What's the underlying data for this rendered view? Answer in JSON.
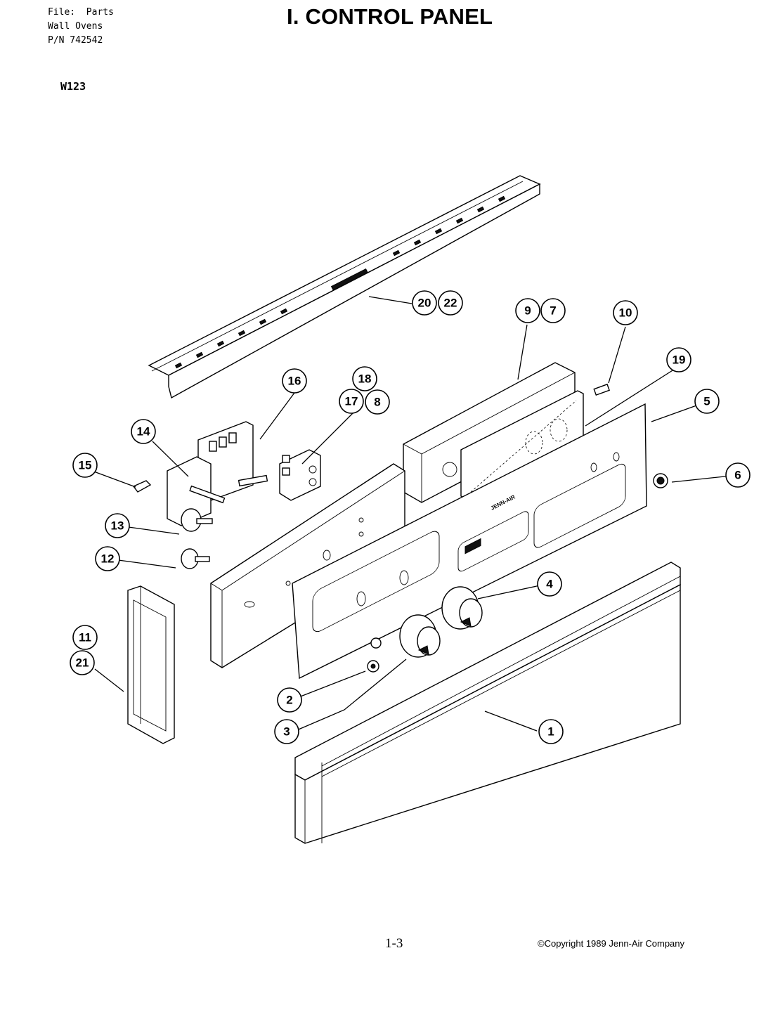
{
  "header": {
    "meta_lines": [
      "File:  Parts",
      "Wall Ovens",
      "P/N 742542"
    ],
    "model": "W123",
    "title": "I. CONTROL PANEL"
  },
  "footer": {
    "page_number": "1-3",
    "copyright": "©Copyright 1989 Jenn-Air Company"
  },
  "diagram": {
    "brand_label": "JENN-AIR",
    "callouts": [
      {
        "id": "1",
        "label": "1"
      },
      {
        "id": "2",
        "label": "2"
      },
      {
        "id": "3",
        "label": "3"
      },
      {
        "id": "4",
        "label": "4"
      },
      {
        "id": "5",
        "label": "5"
      },
      {
        "id": "6",
        "label": "6"
      },
      {
        "id": "7",
        "label": "7"
      },
      {
        "id": "8",
        "label": "8"
      },
      {
        "id": "9",
        "label": "9"
      },
      {
        "id": "10",
        "label": "10"
      },
      {
        "id": "11",
        "label": "11"
      },
      {
        "id": "12",
        "label": "12"
      },
      {
        "id": "13",
        "label": "13"
      },
      {
        "id": "14",
        "label": "14"
      },
      {
        "id": "15",
        "label": "15"
      },
      {
        "id": "16",
        "label": "16"
      },
      {
        "id": "17",
        "label": "17"
      },
      {
        "id": "18",
        "label": "18"
      },
      {
        "id": "19",
        "label": "19"
      },
      {
        "id": "20",
        "label": "20"
      },
      {
        "id": "21",
        "label": "21"
      },
      {
        "id": "22",
        "label": "22"
      }
    ]
  }
}
